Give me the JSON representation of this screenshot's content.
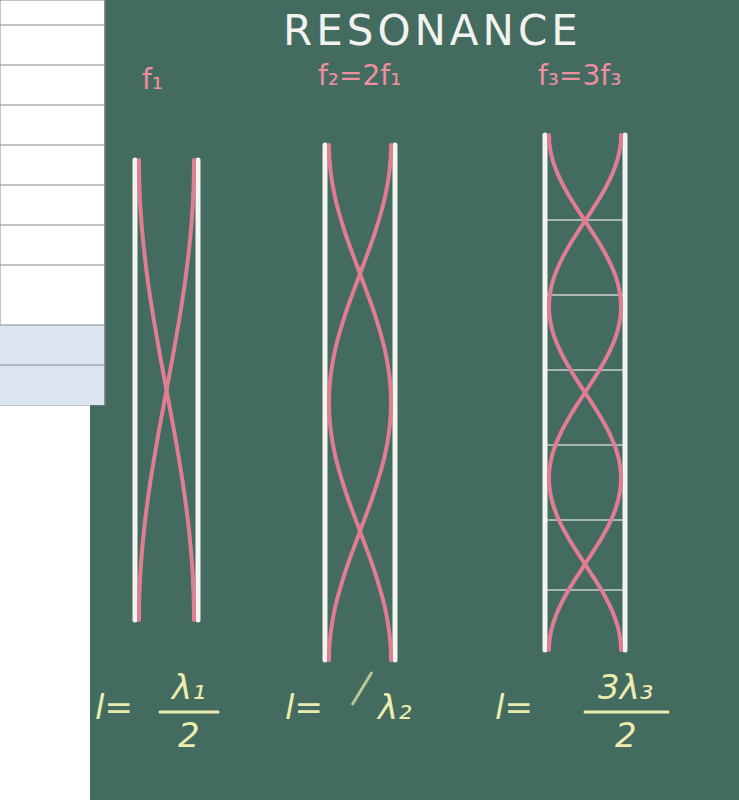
{
  "diagram": {
    "title": "RESONANCE",
    "labels": [
      "f₁",
      "f₂=2f₁",
      "f₃=3f₃",
      "l=",
      "λ₁",
      "2",
      "l=",
      "λ₂",
      "l=",
      "3λ₃",
      "2"
    ]
  }
}
